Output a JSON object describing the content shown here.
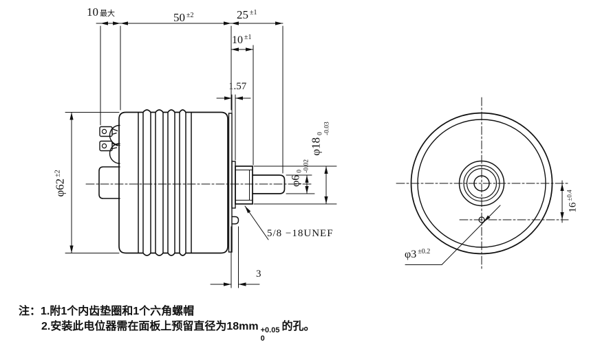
{
  "drawing": {
    "dims": {
      "len10max": {
        "value": "10",
        "suffix": "最大"
      },
      "len50": {
        "value": "50",
        "tol": "±2"
      },
      "len25": {
        "value": "25",
        "tol": "±1"
      },
      "len10": {
        "value": "10",
        "tol": "±1"
      },
      "len157": {
        "value": "1.57"
      },
      "dia62": {
        "value": "φ62",
        "tol": "±2"
      },
      "dia6": {
        "value": "φ6",
        "tol_upper": "0",
        "tol_lower": "-0.02"
      },
      "dia18": {
        "value": "φ18",
        "tol_upper": "0",
        "tol_lower": "-0.03"
      },
      "thread": {
        "value": "5/8 −18UNEF"
      },
      "len3": {
        "value": "3"
      },
      "dia3": {
        "value": "φ3",
        "tol": "±0.2"
      },
      "len16": {
        "value": "16",
        "tol": "±0.4"
      }
    },
    "notes": {
      "prefix": "注：",
      "line1": "1.附1个内齿垫圈和1个六角螺帽",
      "line2_pre": "2.安装此电位器需在面板上预留直径为18mm",
      "line2_tol_upper": "+0.05",
      "line2_tol_lower": "0",
      "line2_post": "的孔。"
    },
    "colors": {
      "line": "#111111",
      "background": "#ffffff"
    }
  }
}
